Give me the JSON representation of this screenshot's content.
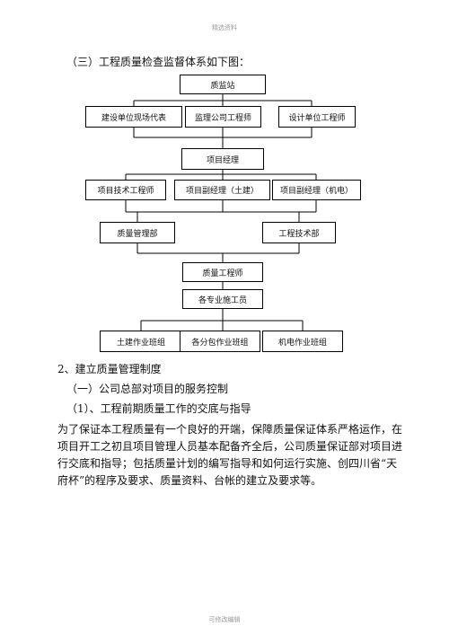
{
  "header": {
    "watermark": "精选资料"
  },
  "intro": "（三）工程质量检查监督体系如下图：",
  "org_chart": {
    "top": "质监站",
    "row1": [
      "建设单位现场代表",
      "监理公司工程师",
      "设计单位工程师"
    ],
    "pm": "项目经理",
    "row2": [
      "项目技术工程师",
      "项目副经理（土建）",
      "项目副经理（机电）"
    ],
    "row3": [
      "质量管理部",
      "工程技术部"
    ],
    "qe": "质量工程师",
    "workers": "各专业施工员",
    "row4": [
      "土建作业班组",
      "各分包作业班组",
      "机电作业班组"
    ]
  },
  "section": {
    "heading": "2、建立质量管理制度",
    "sub1": "（一）公司总部对项目的服务控制",
    "sub2": "（1）、工程前期质量工作的交底与指导",
    "paragraph_lines": [
      "为了保证本工程质量有一个良好的开端，保障质量保证体系严格运作，在",
      "项目开工之初且项目管理人员基本配备齐全后，公司质量保证部对项目进",
      "行交底和指导；包括质量计划的编写指导和如何运行实施、创四川省“天",
      "府杯”的程序及要求、质量资料、台帐的建立及要求等。"
    ]
  },
  "footer": {
    "watermark": "可修改编辑"
  }
}
